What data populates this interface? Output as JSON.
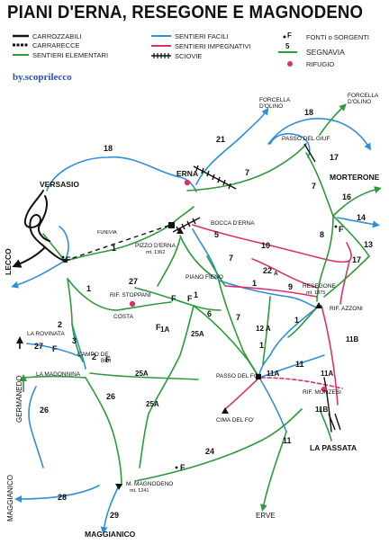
{
  "title": "PIANI D'ERNA, RESEGONE E MAGNODENO",
  "credit": "by.scoprilecco",
  "legend": {
    "carrozzabili": "CARROZZABILI",
    "carrarecce": "CARRARECCE",
    "sentieri_elementari": "SENTIERI ELEMENTARI",
    "sentieri_facili": "SENTIERI FACILI",
    "sentieri_impegnativi": "SENTIERI IMPEGNATIVI",
    "sciovie": "SCIOVIE",
    "fonti_sorgenti": "FONTI o SORGENTI",
    "segnavia": "SEGNAVIA",
    "rifugio": "RIFUGIO",
    "segnavia_number": "5",
    "fonte_symbol": "F"
  },
  "colors": {
    "facili": "#2f8fd6",
    "impegnativi": "#d6336b",
    "elementari": "#2e9a3a",
    "road": "#111111"
  },
  "places": {
    "forcella_olino_left": [
      "FORCELLA",
      "D'OLINO"
    ],
    "forcella_olino_right": [
      "FORCELLA",
      "D'OLINO"
    ],
    "passo_giuf": "PASSO DEL GIUF",
    "morterone": "MORTERONE",
    "erna": "ERNA",
    "versasio": "VERSASIO",
    "funivia": "FUNIVIA",
    "bocca_erna": "BOCCA D'ERNA",
    "pizzo_erna": [
      "PIZZO D'ERNA",
      "mt. 1362"
    ],
    "lecco": "LECCO",
    "piano_fieno": "PIANO FIENO",
    "resegone": [
      "RESEGONE",
      "mt. 1875"
    ],
    "rif_stoppani": "RIF. STOPPANI",
    "rif_azzoni": "RIF. AZZONI",
    "costa": "COSTA",
    "la_rovinata": "LA ROVINATA",
    "campo_de_boi": [
      "CAMPO DE",
      "BOI"
    ],
    "la_madonnina": "LA MADONNINA",
    "germanedo": "GERMANEDO",
    "passo_del_fo": "PASSO DEL FO'",
    "rif_monzesi": "RIF. MONZESI",
    "cima_del_fo": "CIMA DEL FO'",
    "la_passata": "LA PASSATA",
    "m_magnodeno": [
      "M. MAGNODENO",
      "mt. 1241"
    ],
    "maggianico_left": "MAGGIANICO",
    "maggianico_bottom": "MAGGIANICO",
    "erve": "ERVE"
  },
  "trail_numbers": {
    "t18a": "18",
    "t18b": "18",
    "t21": "21",
    "t17": "17",
    "t7a": "7",
    "t7b": "7",
    "t16": "16",
    "t14": "14",
    "t13": "13",
    "t8": "8",
    "t17b": "17",
    "t5": "5",
    "t10": "10",
    "t22a": "22",
    "t22a_suffix": "A",
    "t9": "9",
    "t7c": "7",
    "t1a": "1",
    "t27": "27",
    "t1b": "1",
    "t1c": "1",
    "t1d": "1",
    "t1e": "1",
    "t1f": "1",
    "t1ai": "1A",
    "t6": "6",
    "t7d": "7",
    "t12a": "12 A",
    "t11b": "11B",
    "t25a": "25A",
    "t2": "2",
    "t3": "3",
    "t27b": "27",
    "t25a2": "25A",
    "t26": "26",
    "t25a3": "25A",
    "t11a": "11A",
    "t11": "11",
    "t11a2": "11A",
    "t11b2": "11B",
    "t26b": "26",
    "t24": "24",
    "t11c": "11",
    "t28": "28",
    "t29": "29",
    "t2b": "2"
  },
  "fonte_marks": [
    "F",
    "F",
    "F",
    "F",
    "F",
    "F",
    "F",
    "F"
  ]
}
